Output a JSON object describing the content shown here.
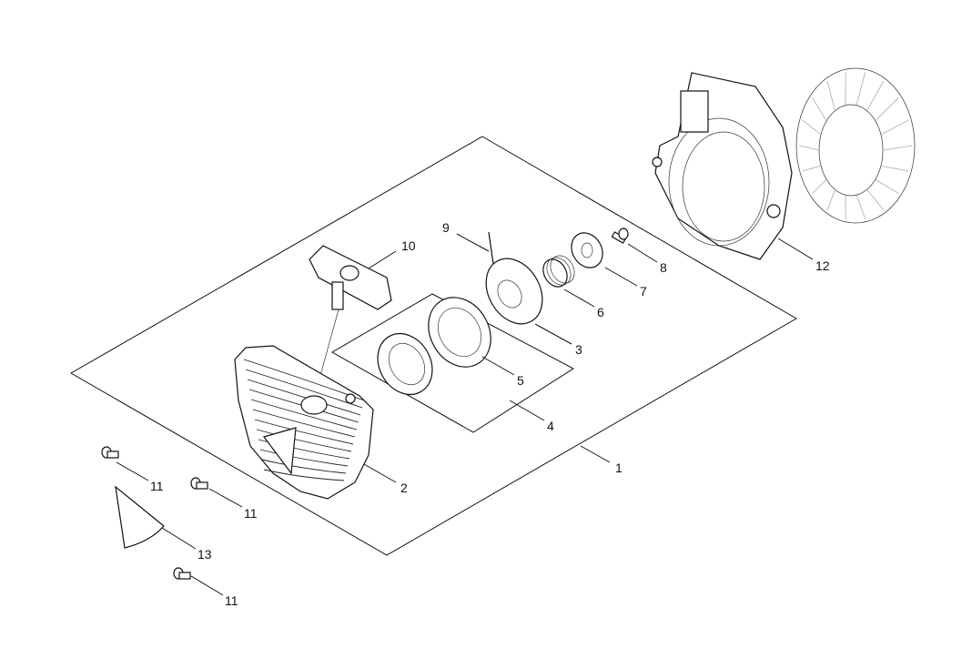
{
  "diagram": {
    "callouts": [
      {
        "id": "c1",
        "label": "1"
      },
      {
        "id": "c2",
        "label": "2"
      },
      {
        "id": "c3",
        "label": "3"
      },
      {
        "id": "c4",
        "label": "4"
      },
      {
        "id": "c5",
        "label": "5"
      },
      {
        "id": "c6",
        "label": "6"
      },
      {
        "id": "c7",
        "label": "7"
      },
      {
        "id": "c8",
        "label": "8"
      },
      {
        "id": "c9",
        "label": "9"
      },
      {
        "id": "c10",
        "label": "10"
      },
      {
        "id": "c11a",
        "label": "11"
      },
      {
        "id": "c11b",
        "label": "11"
      },
      {
        "id": "c11c",
        "label": "11"
      },
      {
        "id": "c12",
        "label": "12"
      },
      {
        "id": "c13",
        "label": "13"
      }
    ]
  }
}
